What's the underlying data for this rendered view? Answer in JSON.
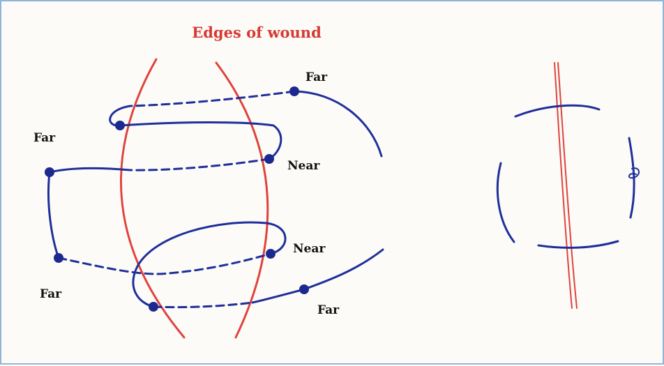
{
  "figure": {
    "title": "Edges of wound",
    "labels": {
      "far_top": "Far",
      "near_top": "Near",
      "far_left": "Far",
      "far_lower_left": "Far",
      "near_mid": "Near",
      "far_lower_right": "Far"
    }
  },
  "colors": {
    "wound_edge": "#e0423c",
    "suture": "#1f2f9a",
    "frame_border": "#8fb6d8"
  }
}
